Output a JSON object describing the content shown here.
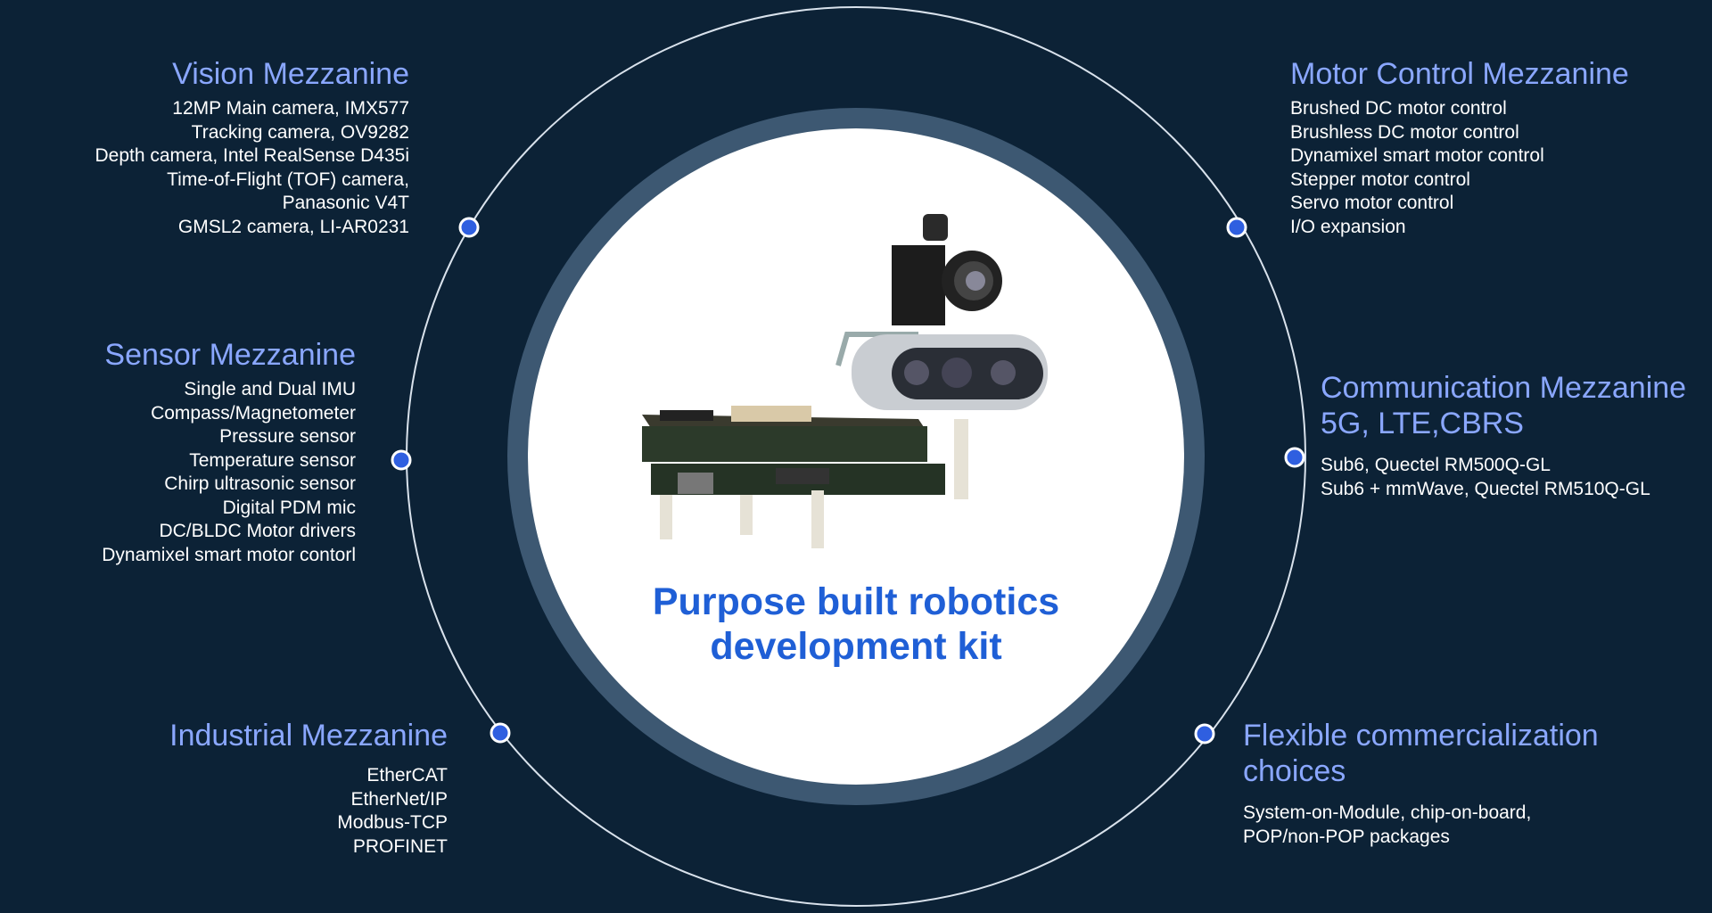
{
  "center": {
    "title_line1": "Purpose built robotics",
    "title_line2": "development kit",
    "image_icon": "robotics-kit-board-camera-icon"
  },
  "groups": {
    "vision": {
      "title": "Vision Mezzanine",
      "items": [
        "12MP Main camera, IMX577",
        "Tracking camera, OV9282",
        "Depth camera, Intel RealSense D435i",
        "Time-of-Flight (TOF) camera,",
        "Panasonic V4T",
        "GMSL2 camera, LI-AR0231"
      ]
    },
    "sensor": {
      "title": "Sensor Mezzanine",
      "items": [
        "Single and Dual IMU",
        "Compass/Magnetometer",
        "Pressure sensor",
        "Temperature sensor",
        "Chirp ultrasonic sensor",
        "Digital PDM mic",
        "DC/BLDC Motor drivers",
        "Dynamixel smart motor contorl"
      ]
    },
    "industrial": {
      "title": "Industrial Mezzanine",
      "items": [
        "EtherCAT",
        "EtherNet/IP",
        "Modbus-TCP",
        "PROFINET"
      ]
    },
    "motor": {
      "title": "Motor Control Mezzanine",
      "items": [
        "Brushed DC motor control",
        "Brushless DC motor control",
        "Dynamixel smart motor control",
        "Stepper motor control",
        "Servo motor control",
        "I/O expansion"
      ]
    },
    "communication": {
      "title_line1": "Communication Mezzanine",
      "title_line2": "5G, LTE,CBRS",
      "items": [
        "Sub6, Quectel RM500Q-GL",
        "Sub6 + mmWave, Quectel RM510Q-GL"
      ]
    },
    "flexible": {
      "title_line1": "Flexible commercialization",
      "title_line2": "choices",
      "items": [
        "System-on-Module, chip-on-board,",
        "POP/non-POP packages"
      ]
    }
  },
  "colors": {
    "background": "#0c2236",
    "ring": "#3d5872",
    "outline": "#d9e2ec",
    "dot": "#2f5fe0",
    "title": "#8aa7ff",
    "center_text": "#1f5fd6"
  }
}
